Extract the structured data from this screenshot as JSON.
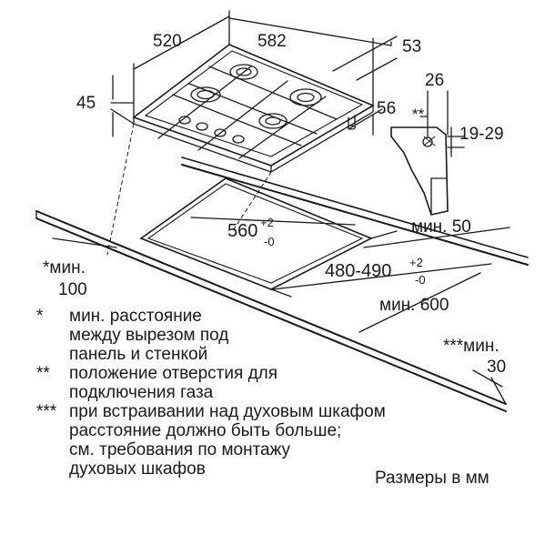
{
  "dimensions": {
    "width_520": "520",
    "depth_582": "582",
    "d53": "53",
    "d26": "26",
    "d45": "45",
    "d56": "56",
    "stars2": "**",
    "range_19_29": "19-29",
    "cut_560": "560",
    "cut_560_tol_plus": "+2",
    "cut_560_tol_minus": "-0",
    "cut_480": "480-490",
    "cut_480_tol_plus": "+2",
    "cut_480_tol_minus": "-0",
    "min50": "мин. 50",
    "min100_label": "*мин.",
    "min100_value": "100",
    "min600": "мин. 600",
    "min30_label": "***мин.",
    "min30_value": "30"
  },
  "notes": [
    {
      "mark": "*",
      "text": "мин. расстояние\nмежду вырезом под\nпанель и стенкой"
    },
    {
      "mark": "**",
      "text": "положение отверстия для\nподключения газа"
    },
    {
      "mark": "***",
      "text": "при встраивании над духовым шкафом\nрасстояние должно быть больше;\nсм. требования по монтажу\nдуховых шкафов"
    }
  ],
  "units_caption": "Размеры в мм"
}
